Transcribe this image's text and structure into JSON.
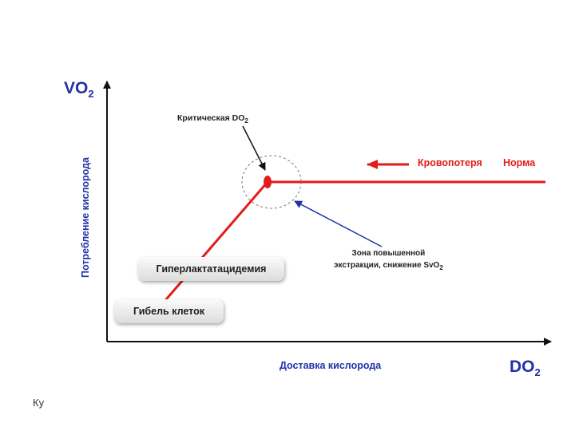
{
  "axes": {
    "y_title": "VO",
    "y_title_sub": "2",
    "y_label": "Потребление кислорода",
    "x_title": "DO",
    "x_title_sub": "2",
    "x_label": "Доставка кислорода"
  },
  "annotations": {
    "critical_text": "Критическая DO",
    "critical_sub": "2",
    "zone_line1": "Зона повышенной",
    "zone_line2": "экстракции, снижение SvO",
    "zone_sub": "2",
    "blood_loss": "Кровопотеря",
    "norm": "Норма"
  },
  "boxes": {
    "hyperlactatemia": "Гиперлактатацидемия",
    "cell_death": "Гибель клеток"
  },
  "footer": {
    "text": "Ку"
  },
  "colors": {
    "axis_text": "#2233a8",
    "curve": "#e31b1b",
    "pointer_blue": "#2233a8",
    "pointer_black": "#111111"
  }
}
